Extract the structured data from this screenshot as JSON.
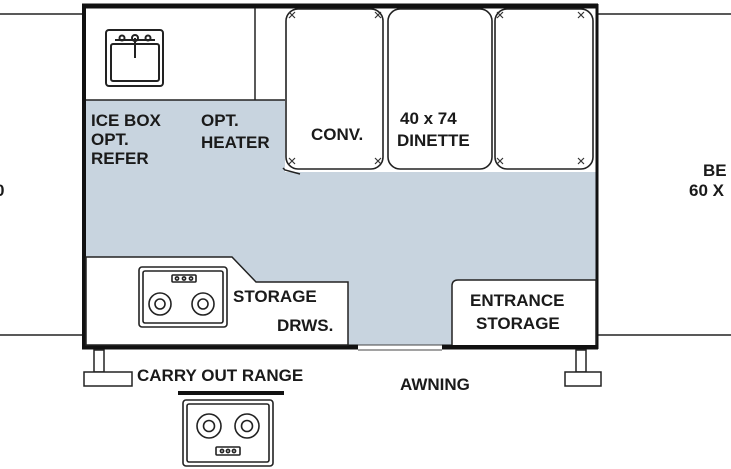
{
  "labels": {
    "ice_box_1": "ICE BOX",
    "ice_box_2": "OPT.",
    "ice_box_3": "REFER",
    "heater_1": "OPT.",
    "heater_2": "HEATER",
    "conv": "CONV.",
    "dinette_1": "40 x 74",
    "dinette_2": "DINETTE",
    "bed_right_1": "BE",
    "bed_right_2": "60 X",
    "bed_left_fragment": "0",
    "storage_1": "STORAGE",
    "storage_2": "DRWS.",
    "entrance_1": "ENTRANCE",
    "entrance_2": "STORAGE",
    "carry_out_range": "CARRY OUT RANGE",
    "awning": "AWNING"
  },
  "colors": {
    "floor": "#c8d4df",
    "wall": "#111111",
    "line": "#222222",
    "cushion_fill": "#ffffff"
  }
}
